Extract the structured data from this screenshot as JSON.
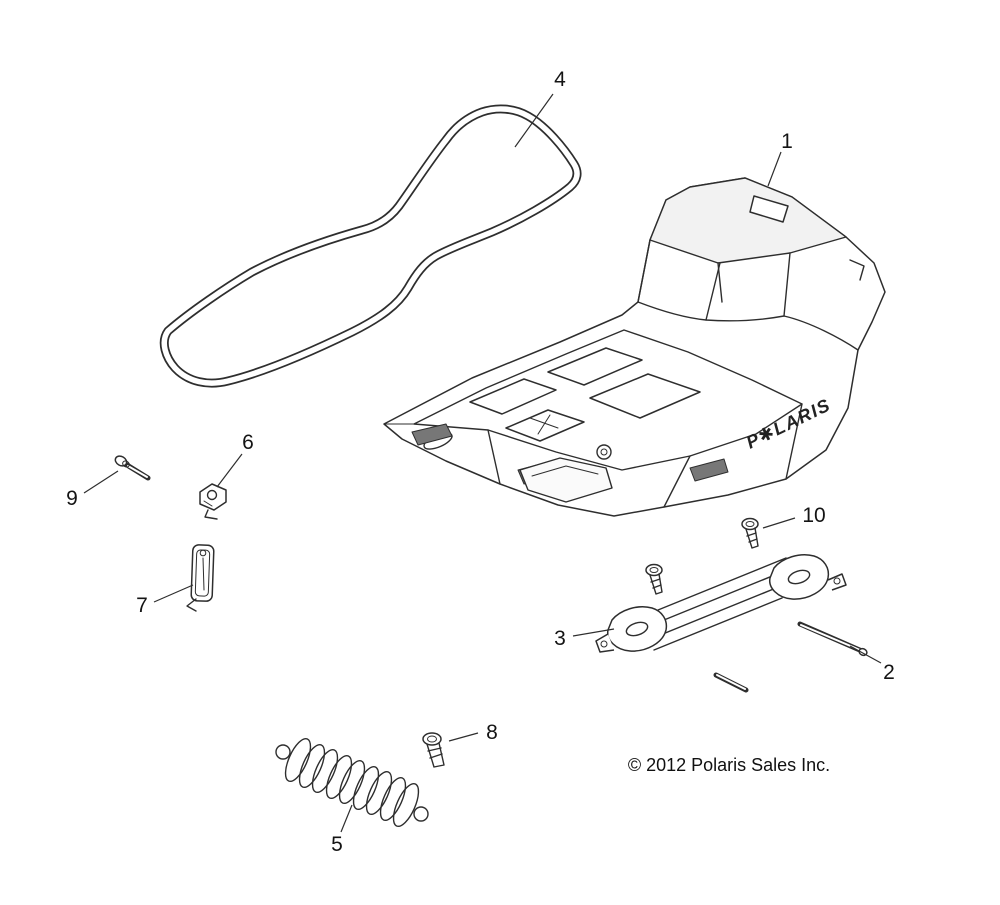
{
  "diagram": {
    "brand": "P✱LARIS",
    "copyright": "© 2012 Polaris Sales Inc.",
    "callouts": [
      {
        "label": "1"
      },
      {
        "label": "2"
      },
      {
        "label": "3"
      },
      {
        "label": "4"
      },
      {
        "label": "5"
      },
      {
        "label": "6"
      },
      {
        "label": "7"
      },
      {
        "label": "8"
      },
      {
        "label": "9"
      },
      {
        "label": "10"
      }
    ]
  }
}
